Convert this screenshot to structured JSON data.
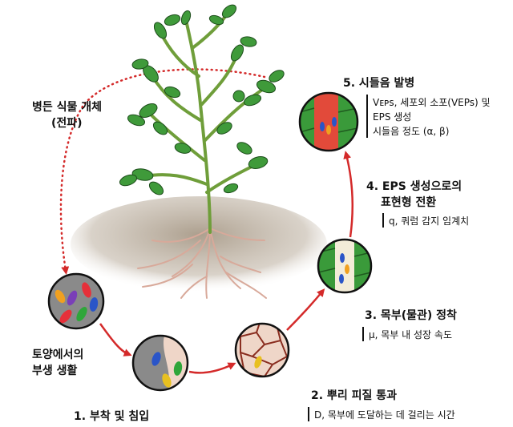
{
  "source_label": {
    "line1": "병든 식물 개체",
    "line2": "(전파)"
  },
  "soil_label": {
    "line1": "토양에서의",
    "line2": "부생 생활"
  },
  "stages": [
    {
      "title": "1. 부착 및 침입",
      "notes": []
    },
    {
      "title": "2. 뿌리 피질 통과",
      "notes": [
        "D, 목부에 도달하는 데 걸리는 시간"
      ]
    },
    {
      "title": "3. 목부(물관) 정착",
      "notes": [
        "μ, 목부 내 성장 속도"
      ]
    },
    {
      "title": "4. EPS 생성으로의",
      "title2": "표현형 전환",
      "notes": [
        "q, 쿼럼 감지 임계치"
      ]
    },
    {
      "title": "5. 시들음 발병",
      "notes": [
        "Vᴇᴘs, 세포외 소포(VEPs) 및",
        "EPS 생성",
        "시들음 정도 (α, β)"
      ]
    }
  ],
  "colors": {
    "arrow": "#d42a2a",
    "dotted": "#d42a2a",
    "leaf": "#3f9a3a",
    "leaf_dark": "#2a6e26",
    "stem": "#6f9e3a",
    "root": "#d8a99a",
    "soil": "#b5a898",
    "xylem_green": "#3a9a3a",
    "xylem_red": "#e24a3a",
    "cortex": "#efd6c8"
  }
}
